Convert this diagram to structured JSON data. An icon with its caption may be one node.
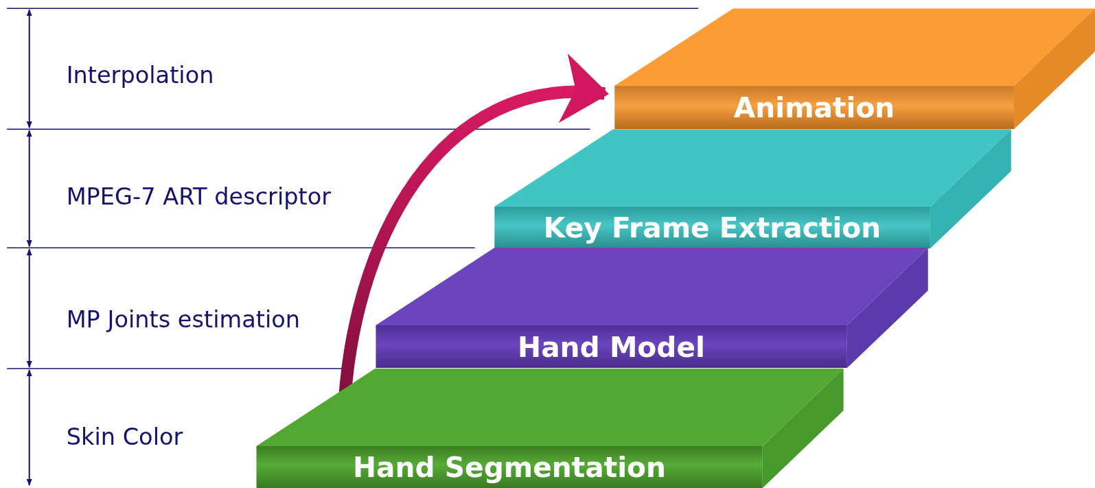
{
  "diagram": {
    "nodes": [
      {
        "text": [
          "Animation"
        ]
      },
      {
        "text": [
          "Key Frame Extraction"
        ]
      },
      {
        "text": [
          "Hand Model"
        ]
      },
      {
        "text": [
          "Hand Segmentation"
        ]
      }
    ],
    "edges": [
      {
        "from": 3,
        "to": 0,
        "arrow": "to"
      }
    ],
    "labels": [
      "Interpolation",
      "MPEG-7 ART descriptor",
      "MP Joints estimation",
      "Skin Color"
    ]
  }
}
